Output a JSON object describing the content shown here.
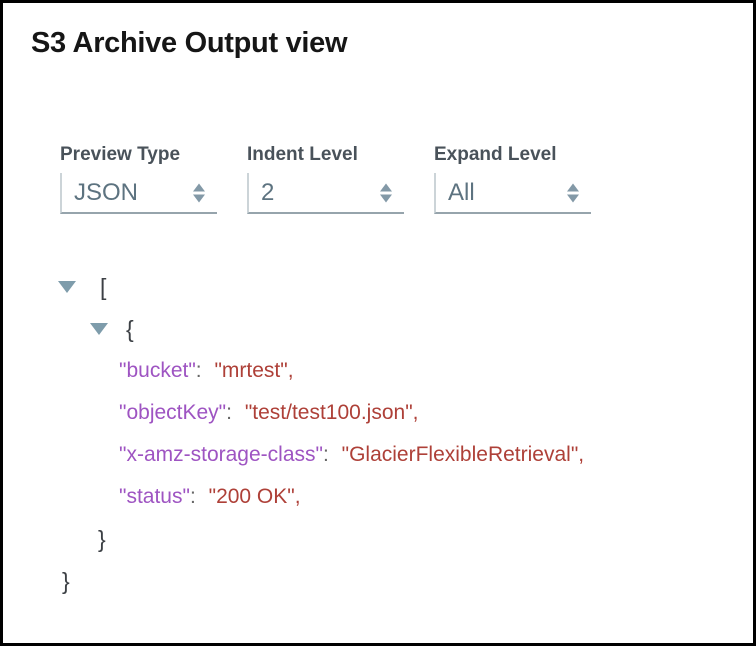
{
  "page": {
    "title": "S3 Archive Output view"
  },
  "controls": [
    {
      "label": "Preview Type",
      "value": "JSON"
    },
    {
      "label": "Indent Level",
      "value": "2"
    },
    {
      "label": "Expand Level",
      "value": "All"
    }
  ],
  "json_viewer": {
    "lines": [
      {
        "type": "array-open",
        "indent": 0,
        "expander": "collapse-triangle",
        "token": "["
      },
      {
        "type": "object-open",
        "indent": 1,
        "expander": "collapse-triangle",
        "token": "{"
      },
      {
        "type": "pair",
        "indent": 2,
        "key": "\"bucket\"",
        "sep": ": ",
        "value": "\"mrtest\"",
        "comma": ","
      },
      {
        "type": "pair",
        "indent": 2,
        "key": "\"objectKey\"",
        "sep": ": ",
        "value": "\"test/test100.json\"",
        "comma": ","
      },
      {
        "type": "pair",
        "indent": 2,
        "key": "\"x-amz-storage-class\"",
        "sep": ": ",
        "value": "\"GlacierFlexibleRetrieval\"",
        "comma": ","
      },
      {
        "type": "pair",
        "indent": 2,
        "key": "\"status\"",
        "sep": ": ",
        "value": "\"200 OK\"",
        "comma": ","
      },
      {
        "type": "object-close",
        "indent": 1,
        "token": "}"
      },
      {
        "type": "array-close",
        "indent": 0,
        "token": "}"
      }
    ]
  },
  "colors": {
    "key_purple": "#9e54c2",
    "string_red": "#ae4038",
    "punctuation": "#3c4045",
    "expander_blue": "#7e9cab",
    "accent_border": "#96a4ac",
    "spinner_gray": "#8399a7",
    "label_gray": "#49525a",
    "value_slate": "#5d7380"
  }
}
